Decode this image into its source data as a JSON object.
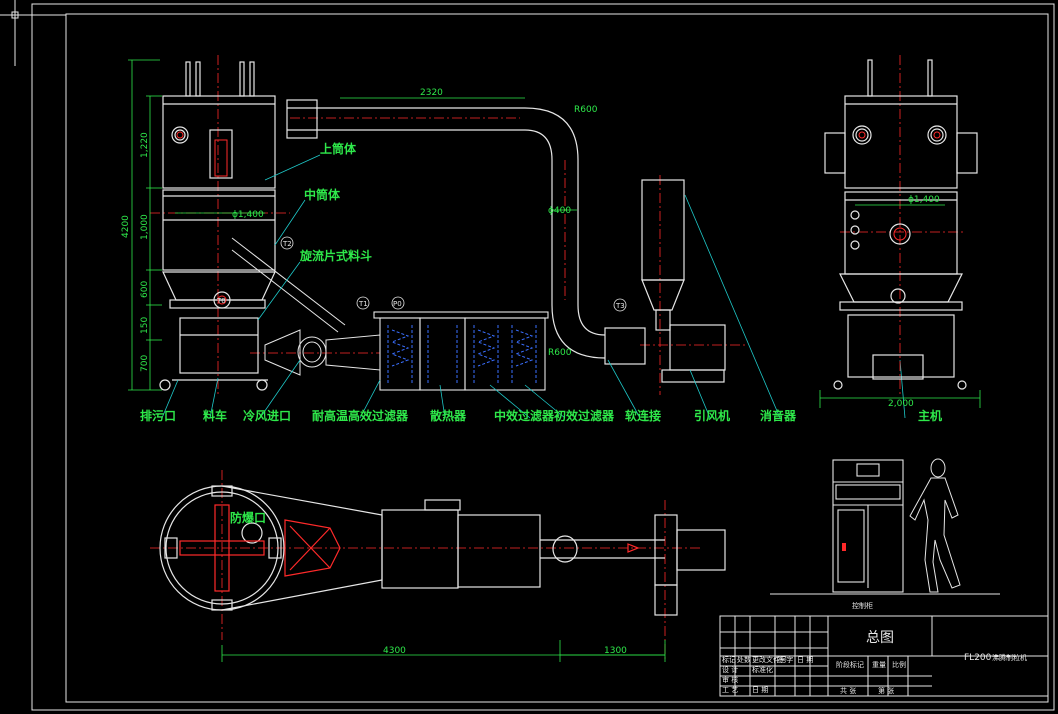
{
  "colors": {
    "background": "#000000",
    "outline": "#e6e6e6",
    "label": "#2ee84a",
    "leader": "#1ec9c9",
    "centerline": "#ff2a2a",
    "hatch": "#3a6fff"
  },
  "labels": {
    "upper_cylinder": "上筒体",
    "middle_cylinder": "中筒体",
    "cyclone_hopper": "旋流片式料斗",
    "drain": "排污口",
    "cart": "料车",
    "cold_air_inlet": "冷风进口",
    "hepa_filter": "耐高温高效过滤器",
    "radiator": "散热器",
    "mid_primary_filter": "中效过滤器初效过滤器",
    "soft_joint": "软连接",
    "fan": "引风机",
    "silencer": "消音器",
    "main_machine": "主机",
    "explosion_port": "防爆口",
    "control_cabinet": "控制柜"
  },
  "dimensions": {
    "d2320": "2320",
    "r600_top": "R600",
    "r600_bottom": "R600",
    "phi400": "ϕ400",
    "h4200": "4200",
    "h1220": "1,220",
    "h1000": "1,000",
    "h600": "600",
    "h150": "150",
    "h700": "700",
    "phi1400_front": "ϕ1,400",
    "phi1400_side": "ϕ1,400",
    "w2000": "2,000",
    "len4300": "4300",
    "len1300": "1300"
  },
  "tags": {
    "t1": "T1",
    "t2": "T2",
    "t3": "T3",
    "p0": "P0",
    "t0": "T0"
  },
  "title_block": {
    "drawing_name": "总图",
    "product": "FL200",
    "product_desc": "沸腾制粒机",
    "cells": [
      "标记",
      "处数",
      "更改文件号",
      "签 字",
      "日 期",
      "设 计",
      "标准化",
      "审 核",
      "工 艺",
      "日 期",
      "阶段标记",
      "重量",
      "比例",
      "共 张",
      "第 张"
    ]
  }
}
